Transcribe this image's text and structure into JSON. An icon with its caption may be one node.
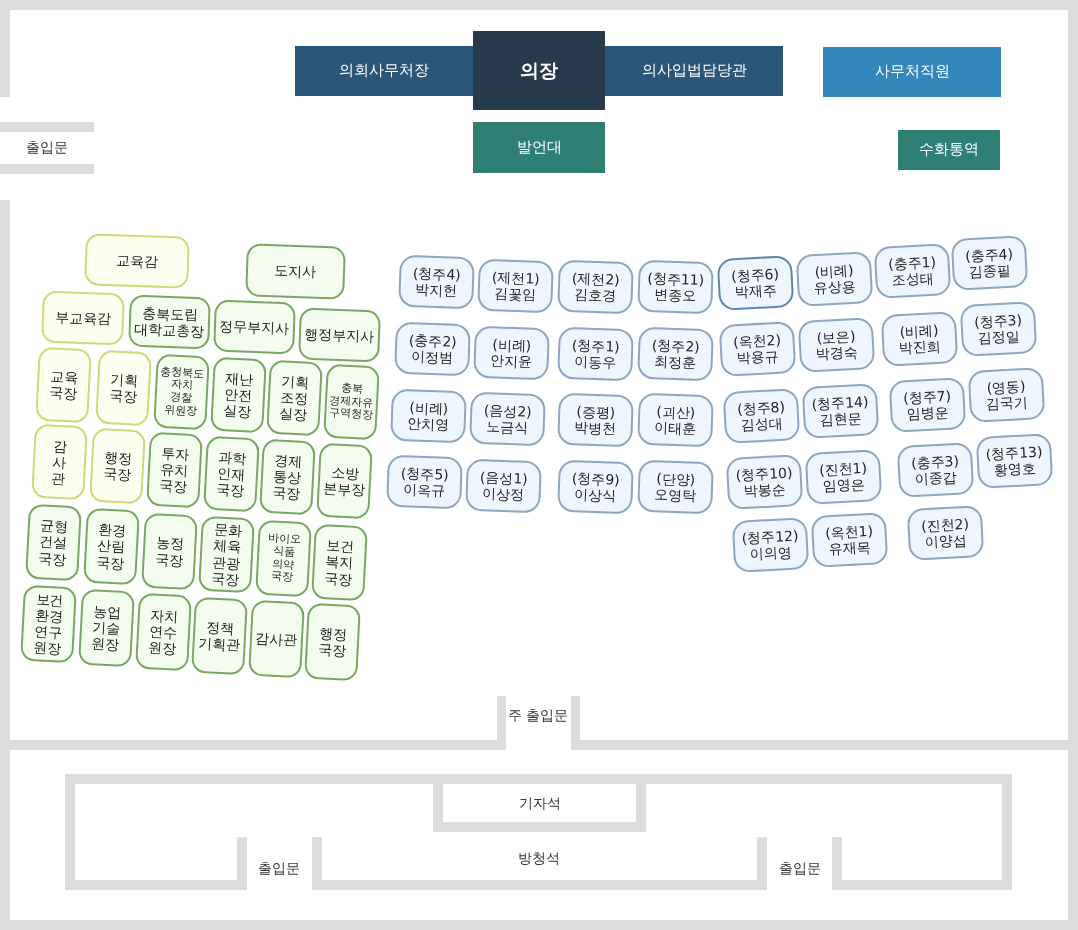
{
  "diagram": {
    "nodes": [
      {
        "text": [
          "의회사무처장"
        ]
      },
      {
        "text": [
          "의장"
        ]
      },
      {
        "text": [
          "의사입법담당관"
        ]
      },
      {
        "text": [
          "사무처직원"
        ]
      },
      {
        "text": [
          "발언대"
        ]
      },
      {
        "text": [
          "수화통역"
        ]
      },
      {
        "text": [
          "교육감"
        ]
      },
      {
        "text": [
          "도지사"
        ]
      },
      {
        "text": [
          "부교육감"
        ]
      },
      {
        "text": [
          "충북도립 대학교총장"
        ]
      },
      {
        "text": [
          "정무부지사"
        ]
      },
      {
        "text": [
          "행정부지사"
        ]
      },
      {
        "text": [
          "교육 국장"
        ]
      },
      {
        "text": [
          "기획 국장"
        ]
      },
      {
        "text": [
          "충청북도 자치 경찰 위원장"
        ]
      },
      {
        "text": [
          "재난 안전 실장"
        ]
      },
      {
        "text": [
          "기획 조정 실장"
        ]
      },
      {
        "text": [
          "충북 경제자유 구역청장"
        ]
      },
      {
        "text": [
          "감 사 관"
        ]
      },
      {
        "text": [
          "행정 국장"
        ]
      },
      {
        "text": [
          "투자 유치 국장"
        ]
      },
      {
        "text": [
          "과학 인재 국장"
        ]
      },
      {
        "text": [
          "경제 통상 국장"
        ]
      },
      {
        "text": [
          "소방 본부장"
        ]
      },
      {
        "text": [
          "균형 건설 국장"
        ]
      },
      {
        "text": [
          "환경 산림 국장"
        ]
      },
      {
        "text": [
          "농정 국장"
        ]
      },
      {
        "text": [
          "문화 체육 관광 국장"
        ]
      },
      {
        "text": [
          "바이오 식품 의약 국장"
        ]
      },
      {
        "text": [
          "보건 복지 국장"
        ]
      },
      {
        "text": [
          "보건 환경 연구 원장"
        ]
      },
      {
        "text": [
          "농업 기술 원장"
        ]
      },
      {
        "text": [
          "자치 연수 원장"
        ]
      },
      {
        "text": [
          "정책 기획관"
        ]
      },
      {
        "text": [
          "감사관"
        ]
      },
      {
        "text": [
          "행정 국장"
        ]
      },
      {
        "text": [
          "(청주4) 박지헌"
        ]
      },
      {
        "text": [
          "(제천1) 김꽃임"
        ]
      },
      {
        "text": [
          "(제천2) 김호경"
        ]
      },
      {
        "text": [
          "(청주11) 변종오"
        ]
      },
      {
        "text": [
          "(청주6) 박재주"
        ]
      },
      {
        "text": [
          "(비례) 유상용"
        ]
      },
      {
        "text": [
          "(충주1) 조성태"
        ]
      },
      {
        "text": [
          "(충주4) 김종필"
        ]
      },
      {
        "text": [
          "(충주2) 이정범"
        ]
      },
      {
        "text": [
          "(비례) 안지윤"
        ]
      },
      {
        "text": [
          "(청주1) 이동우"
        ]
      },
      {
        "text": [
          "(청주2) 최정훈"
        ]
      },
      {
        "text": [
          "(옥천2) 박용규"
        ]
      },
      {
        "text": [
          "(보은) 박경숙"
        ]
      },
      {
        "text": [
          "(비례) 박진희"
        ]
      },
      {
        "text": [
          "(청주3) 김정일"
        ]
      },
      {
        "text": [
          "(비례) 안치영"
        ]
      },
      {
        "text": [
          "(음성2) 노금식"
        ]
      },
      {
        "text": [
          "(증평) 박병천"
        ]
      },
      {
        "text": [
          "(괴산) 이태훈"
        ]
      },
      {
        "text": [
          "(청주8) 김성대"
        ]
      },
      {
        "text": [
          "(청주14) 김현문"
        ]
      },
      {
        "text": [
          "(청주7) 임병운"
        ]
      },
      {
        "text": [
          "(영동) 김국기"
        ]
      },
      {
        "text": [
          "(청주5) 이옥규"
        ]
      },
      {
        "text": [
          "(음성1) 이상정"
        ]
      },
      {
        "text": [
          "(청주9) 이상식"
        ]
      },
      {
        "text": [
          "(단양) 오영탁"
        ]
      },
      {
        "text": [
          "(청주10) 박봉순"
        ]
      },
      {
        "text": [
          "(진천1) 임영은"
        ]
      },
      {
        "text": [
          "(충주3) 이종갑"
        ]
      },
      {
        "text": [
          "(청주13) 황영호"
        ]
      },
      {
        "text": [
          "(청주12) 이의영"
        ]
      },
      {
        "text": [
          "(옥천1) 유재목"
        ]
      },
      {
        "text": [
          "(진천2) 이양섭"
        ]
      },
      {
        "text": [
          "기자석"
        ]
      }
    ],
    "labels": [
      "출입문",
      "주 출입문",
      "출입문",
      "방청석",
      "출입문"
    ]
  }
}
